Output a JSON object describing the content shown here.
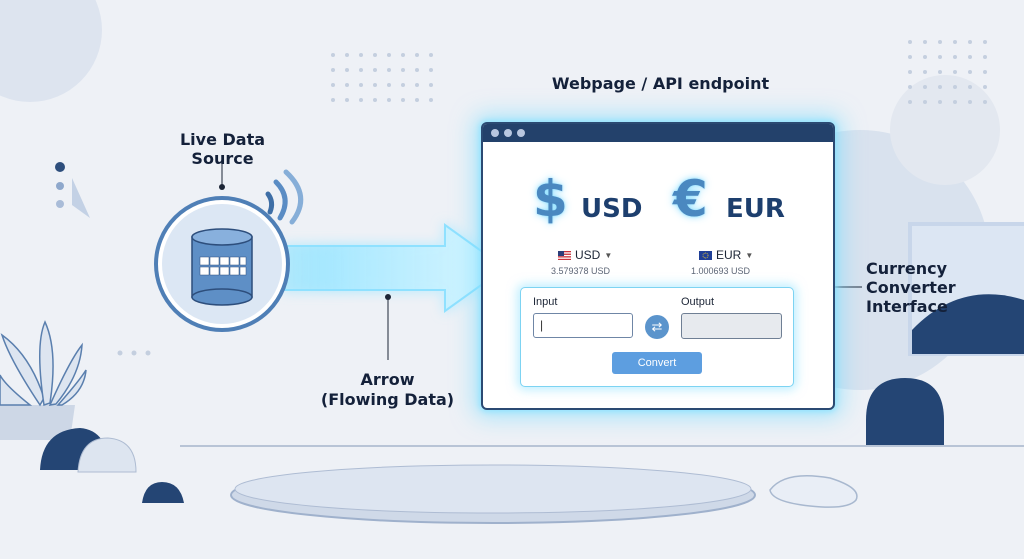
{
  "labels": {
    "live_data_source": "Live Data Source",
    "webpage_api": "Webpage / API endpoint",
    "arrow_line1": "Arrow",
    "arrow_line2": "(Flowing Data)",
    "converter_line1": "Currency",
    "converter_line2": "Converter",
    "converter_line3": "Interface"
  },
  "converter": {
    "from": {
      "symbol": "$",
      "code": "USD",
      "selector": "USD",
      "rate": "3.579378 USD"
    },
    "to": {
      "symbol": "€",
      "code": "EUR",
      "selector": "EUR",
      "rate": "1.000693 USD"
    },
    "input_label": "Input",
    "output_label": "Output",
    "input_value": "|",
    "convert_label": "Convert"
  },
  "icons": {
    "database": "database-icon",
    "signal": "wifi-signal-icon",
    "swap": "swap-arrows-icon",
    "dropdown": "caret-down-icon"
  },
  "colors": {
    "navy": "#23416b",
    "accent_glow": "#7dd3f2",
    "button": "#5d9ee0"
  }
}
